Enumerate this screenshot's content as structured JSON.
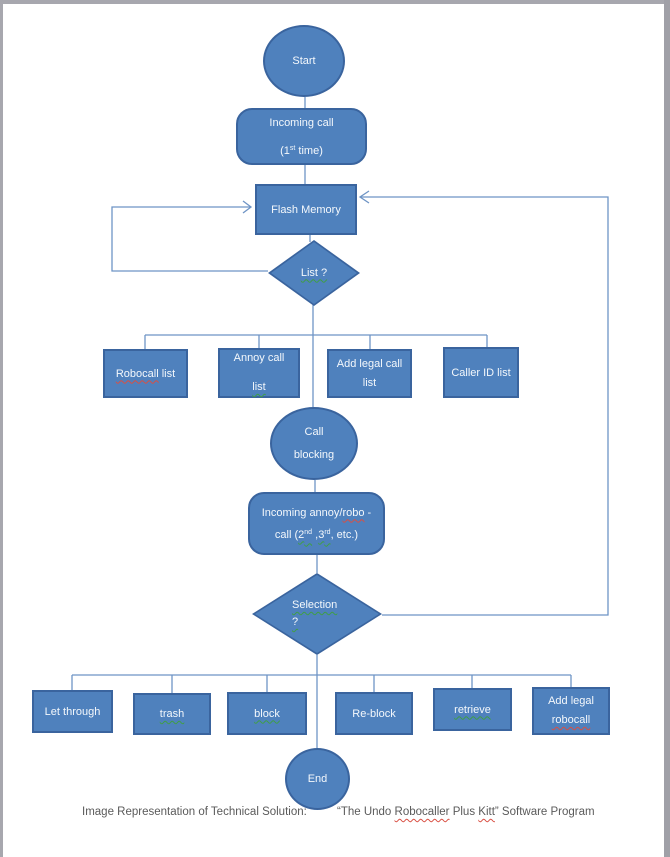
{
  "colors": {
    "shape_fill": "#4f81bd",
    "shape_border": "#3a649e",
    "connector": "#6e94c5",
    "page_border_gray": "#a7a7ae",
    "caption_text": "#5a5a5a",
    "squiggle_red": "#d94f43",
    "squiggle_green": "#3f9e45"
  },
  "nodes": {
    "start": {
      "label": "Start"
    },
    "incoming_call": {
      "line1": "Incoming call",
      "l2_pre": "(1",
      "l2_sup": "st",
      "l2_post": " time)"
    },
    "flash_memory": {
      "label": "Flash Memory"
    },
    "list_decision": {
      "label": "List ?"
    },
    "robocall_list": {
      "w1": "Robocall",
      "w2": " list"
    },
    "annoy_call_list": {
      "line1": "Annoy call",
      "line2": "list"
    },
    "add_legal_call_list": {
      "line1": "Add legal call",
      "line2": "list"
    },
    "caller_id_list": {
      "label": "Caller ID list"
    },
    "call_blocking": {
      "line1": "Call",
      "line2": "blocking"
    },
    "incoming_annoy": {
      "l1_pre": "Incoming annoy/",
      "l1_robo": "robo",
      "l1_post": " -",
      "l2_pre": "call (",
      "l2_n2": "2",
      "l2_n2sup": "nd",
      "l2_mid": " ,",
      "l2_n3": "3",
      "l2_n3sup": "rd",
      "l2_post": ", etc.)"
    },
    "selection_decision": {
      "line1": "Selection",
      "line2": "?"
    },
    "let_through": {
      "label": "Let through"
    },
    "trash": {
      "label": "trash"
    },
    "block": {
      "label": "block"
    },
    "re_block": {
      "label": "Re-block"
    },
    "retrieve": {
      "label": "retrieve"
    },
    "add_legal_robocall": {
      "line1": "Add legal",
      "line2": "robocall"
    },
    "end": {
      "label": "End"
    }
  },
  "caption": {
    "left": "Image Representation of Technical Solution:",
    "right_open": "“The Undo ",
    "robocaller": "Robocaller",
    "mid": " Plus ",
    "kitt": "Kitt",
    "close": "” Software Program"
  }
}
